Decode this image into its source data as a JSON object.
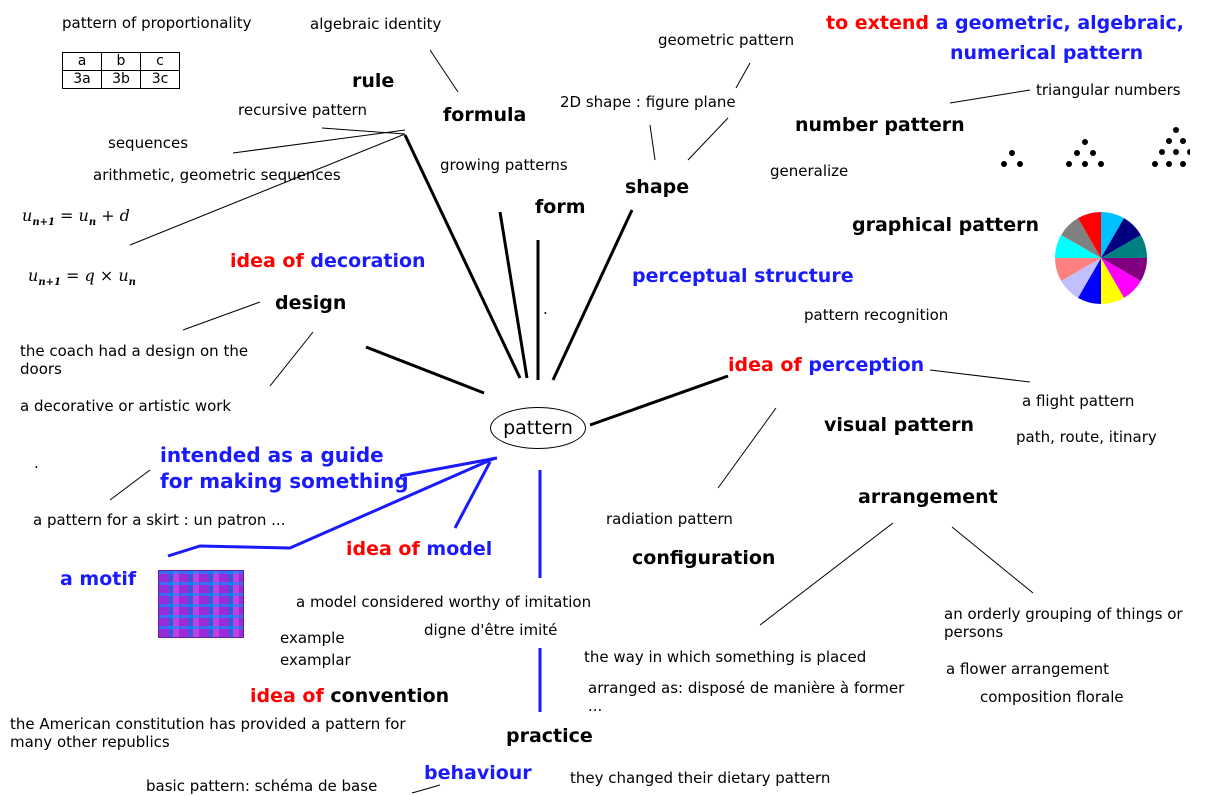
{
  "center": "pattern",
  "top_left": {
    "proportionality": {
      "label": "pattern of proportionality",
      "header": [
        "a",
        "b",
        "c"
      ],
      "row": [
        "3a",
        "3b",
        "3c"
      ]
    },
    "algebraic_identity": "algebraic identity",
    "rule": "rule",
    "recursive_pattern": "recursive pattern",
    "formula": "formula",
    "sequences": "sequences",
    "arith_geo": "arithmetic, geometric sequences",
    "formula1": {
      "lhs": "u",
      "lhs_sub": "n+1",
      "rhs": "u",
      "rhs_sub": "n",
      "tail": "+ d"
    },
    "formula2": {
      "lhs": "u",
      "lhs_sub": "n+1",
      "mid": "= q ×",
      "rhs": "u",
      "rhs_sub": "n"
    },
    "growing": "growing patterns",
    "form": "form",
    "form_dot": "."
  },
  "decoration": {
    "idea_of": "idea of",
    "word": "decoration",
    "design": "design",
    "coach": "the coach had a design on the doors",
    "decorative": "a decorative or artistic work"
  },
  "shape_group": {
    "geometric_pattern": "geometric pattern",
    "figure_plane": "2D shape : figure plane",
    "shape": "shape",
    "perceptual_structure": "perceptual structure"
  },
  "top_right": {
    "to_extend": "to extend",
    "extend_rest_1": "a geometric, algebraic,",
    "extend_rest_2": "numerical pattern",
    "triangular": "triangular numbers",
    "number_pattern": "number pattern",
    "generalize": "generalize",
    "graphical_pattern": "graphical pattern"
  },
  "perception": {
    "pattern_recognition": "pattern recognition",
    "idea_of": "idea of",
    "word": "perception",
    "flight": "a flight pattern",
    "visual_pattern": "visual pattern",
    "path": "path, route, itinary",
    "radiation": "radiation pattern",
    "arrangement": "arrangement",
    "configuration": "configuration",
    "orderly": "an orderly grouping of things or persons",
    "flower": "a flower arrangement",
    "composition": "composition florale",
    "placed": "the way in which something is placed",
    "arranged": "arranged as: disposé de manière à former ..."
  },
  "model": {
    "intended": "intended as a guide for making something",
    "skirt": "a pattern for a skirt : un patron ...",
    "motif": "a motif",
    "idea_of": "idea of",
    "word": "model",
    "worthy": "a model considered worthy of imitation",
    "digne": "digne d'être imité",
    "example": "example",
    "examplar": "examplar",
    "stray_dot": "."
  },
  "convention": {
    "idea_of": "idea of",
    "word": "convention",
    "american": "the American constitution has provided a pattern for many other republics",
    "practice": "practice",
    "basic": "basic pattern: schéma de base",
    "behaviour": "behaviour",
    "dietary": "they changed their dietary pattern"
  },
  "colors": {
    "red": "#ff0000",
    "blue": "#1a1aff",
    "black": "#000000"
  },
  "pie_colors": [
    "#00c0ff",
    "#000080",
    "#008080",
    "#800080",
    "#ff00ff",
    "#ffff00",
    "#0000ff",
    "#c0c0ff",
    "#ff8080",
    "#00ffff",
    "#808080",
    "#ff0000"
  ]
}
